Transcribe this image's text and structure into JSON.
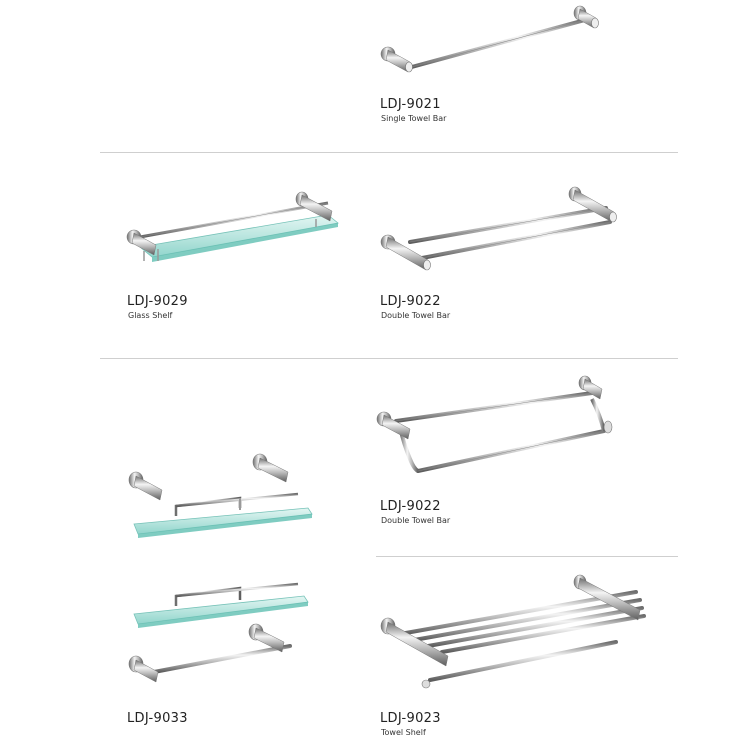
{
  "products": [
    {
      "code": "LDJ-9021",
      "name": "Single Towel Bar",
      "icon": "single-towel-bar-icon"
    },
    {
      "code": "LDJ-9029",
      "name": "Glass Shelf",
      "icon": "glass-shelf-icon"
    },
    {
      "code": "LDJ-9022",
      "name": "Double Towel Bar",
      "icon": "double-towel-bar-icon"
    },
    {
      "code": "LDJ-9022",
      "name": "Double Towel Bar",
      "icon": "double-towel-bar-swing-icon"
    },
    {
      "code": "LDJ-9033",
      "name": "",
      "icon": "double-glass-shelf-icon"
    },
    {
      "code": "LDJ-9023",
      "name": "Towel Shelf",
      "icon": "towel-shelf-icon"
    }
  ],
  "colors": {
    "chrome": "#9a9a9a",
    "chrome_light": "#e6e6e6",
    "glass": "#8fd8cf",
    "divider": "#cfcfcf"
  }
}
